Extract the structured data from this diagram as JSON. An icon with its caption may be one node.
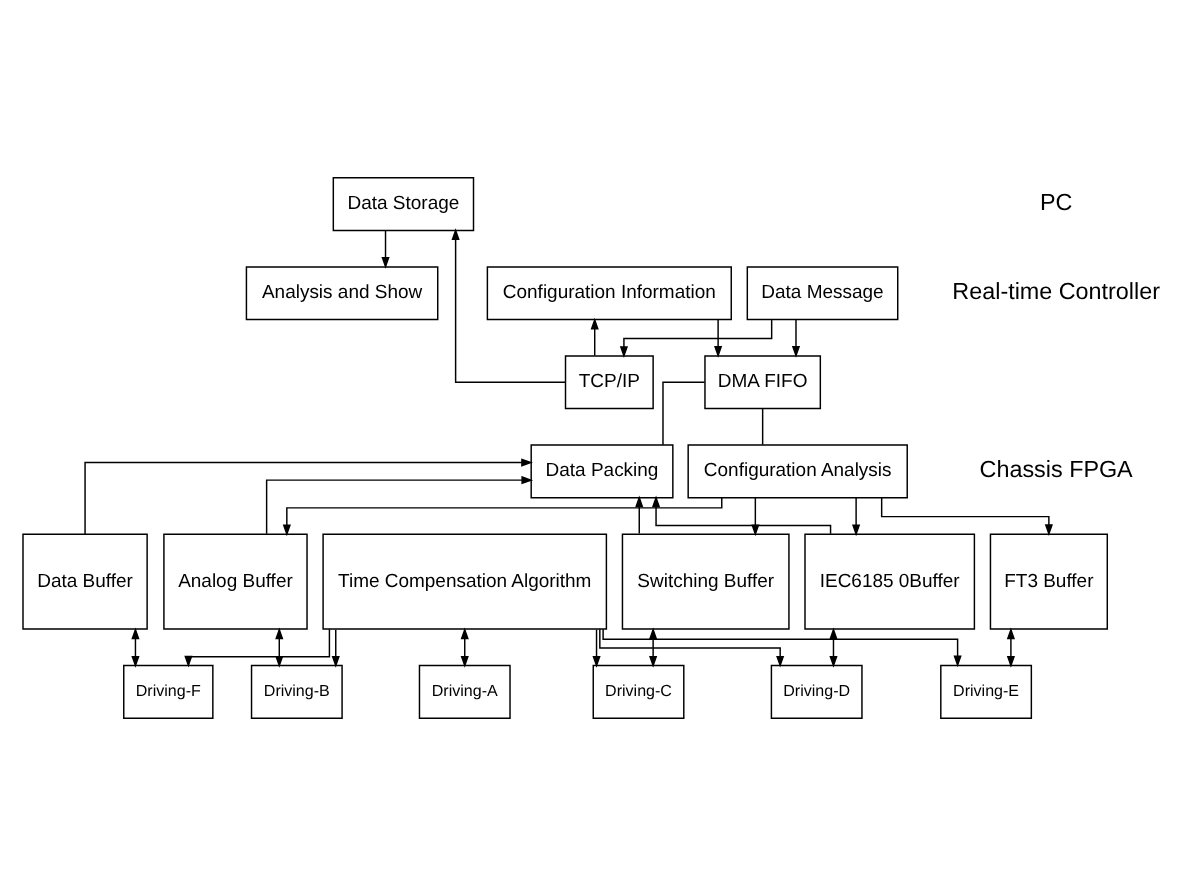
{
  "diagram": {
    "nodes": [
      {
        "text": [
          "Analysis and Show"
        ]
      },
      {
        "text": [
          "Data Storage"
        ]
      },
      {
        "text": [
          "TCP/IP"
        ]
      },
      {
        "text": [
          "Configuration Information"
        ]
      },
      {
        "text": [
          "Data Message"
        ]
      },
      {
        "text": [
          "DMA FIFO"
        ]
      },
      {
        "text": [
          "Configuration Analysis"
        ]
      },
      {
        "text": [
          "Data Packing"
        ]
      },
      {
        "text": [
          "Time Compensation Algorithm"
        ]
      },
      {
        "text": [
          "Analog Buffer"
        ]
      },
      {
        "text": [
          "Switching Buffer"
        ]
      },
      {
        "text": [
          "IEC6185 0Buffer"
        ]
      },
      {
        "text": [
          "FT3 Buffer"
        ]
      },
      {
        "text": [
          "Data Buffer"
        ]
      },
      {
        "text": [
          "Driving-A"
        ]
      },
      {
        "text": [
          "Driving-B"
        ]
      },
      {
        "text": [
          "Driving-C"
        ]
      },
      {
        "text": [
          "Driving-D"
        ]
      },
      {
        "text": [
          "Driving-E"
        ]
      },
      {
        "text": [
          "Driving-F"
        ]
      }
    ],
    "edges": [
      {
        "from": 1,
        "to": 0,
        "arrow": "to"
      },
      {
        "from": 2,
        "to": 1,
        "arrow": "to"
      },
      {
        "from": 2,
        "to": 3,
        "arrow": "to"
      },
      {
        "from": 4,
        "to": 2,
        "arrow": "to"
      },
      {
        "from": 3,
        "to": 5,
        "arrow": "to"
      },
      {
        "from": 4,
        "to": 5,
        "arrow": "to"
      },
      {
        "from": 5,
        "to": 6,
        "arrow": "none"
      },
      {
        "from": 5,
        "to": 7,
        "arrow": "none"
      },
      {
        "from": 6,
        "to": 9,
        "arrow": "to"
      },
      {
        "from": 6,
        "to": 10,
        "arrow": "to"
      },
      {
        "from": 6,
        "to": 11,
        "arrow": "to"
      },
      {
        "from": 6,
        "to": 12,
        "arrow": "to"
      },
      {
        "from": 9,
        "to": 7,
        "arrow": "to"
      },
      {
        "from": 10,
        "to": 7,
        "arrow": "to"
      },
      {
        "from": 11,
        "to": 7,
        "arrow": "to"
      },
      {
        "from": 13,
        "to": 7,
        "arrow": "to"
      },
      {
        "from": 8,
        "to": 14,
        "arrow": "both"
      },
      {
        "from": 8,
        "to": 15,
        "arrow": "to"
      },
      {
        "from": 8,
        "to": 16,
        "arrow": "to"
      },
      {
        "from": 8,
        "to": 17,
        "arrow": "to"
      },
      {
        "from": 8,
        "to": 18,
        "arrow": "to"
      },
      {
        "from": 8,
        "to": 19,
        "arrow": "to"
      },
      {
        "from": 9,
        "to": 15,
        "arrow": "both"
      },
      {
        "from": 10,
        "to": 16,
        "arrow": "both"
      },
      {
        "from": 11,
        "to": 17,
        "arrow": "both"
      },
      {
        "from": 12,
        "to": 18,
        "arrow": "both"
      },
      {
        "from": 13,
        "to": 19,
        "arrow": "both"
      }
    ],
    "labels": [
      "PC",
      "Real-time Controller",
      "Chassis FPGA"
    ]
  }
}
